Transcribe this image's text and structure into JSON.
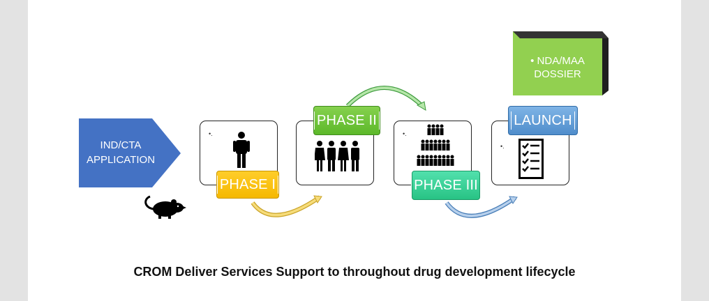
{
  "ind_cta": {
    "line1": "IND/CTA",
    "line2": "APPLICATION"
  },
  "phases": {
    "phase1": "PHASE I",
    "phase2": "PHASE II",
    "phase3": "PHASE III",
    "launch": "LAUNCH"
  },
  "nda_box": {
    "bullet": "•",
    "line1": "NDA/MAA",
    "line2": "DOSSIER"
  },
  "caption": "CROM Deliver Services Support to throughout drug development lifecycle",
  "colors": {
    "ind_blue": "#4472c4",
    "phase1": "#ffc000",
    "phase2": "#70ad47",
    "phase3": "#3dd39a",
    "launch": "#5b9bd5",
    "nda_green": "#92d050",
    "arrow_gold": "#f2c744",
    "arrow_green": "#4caf50",
    "arrow_blue": "#5b9bd5"
  },
  "icons": [
    "rat-icon",
    "single-person-icon",
    "group-of-four-icon",
    "population-pyramid-icon",
    "checklist-icon"
  ]
}
